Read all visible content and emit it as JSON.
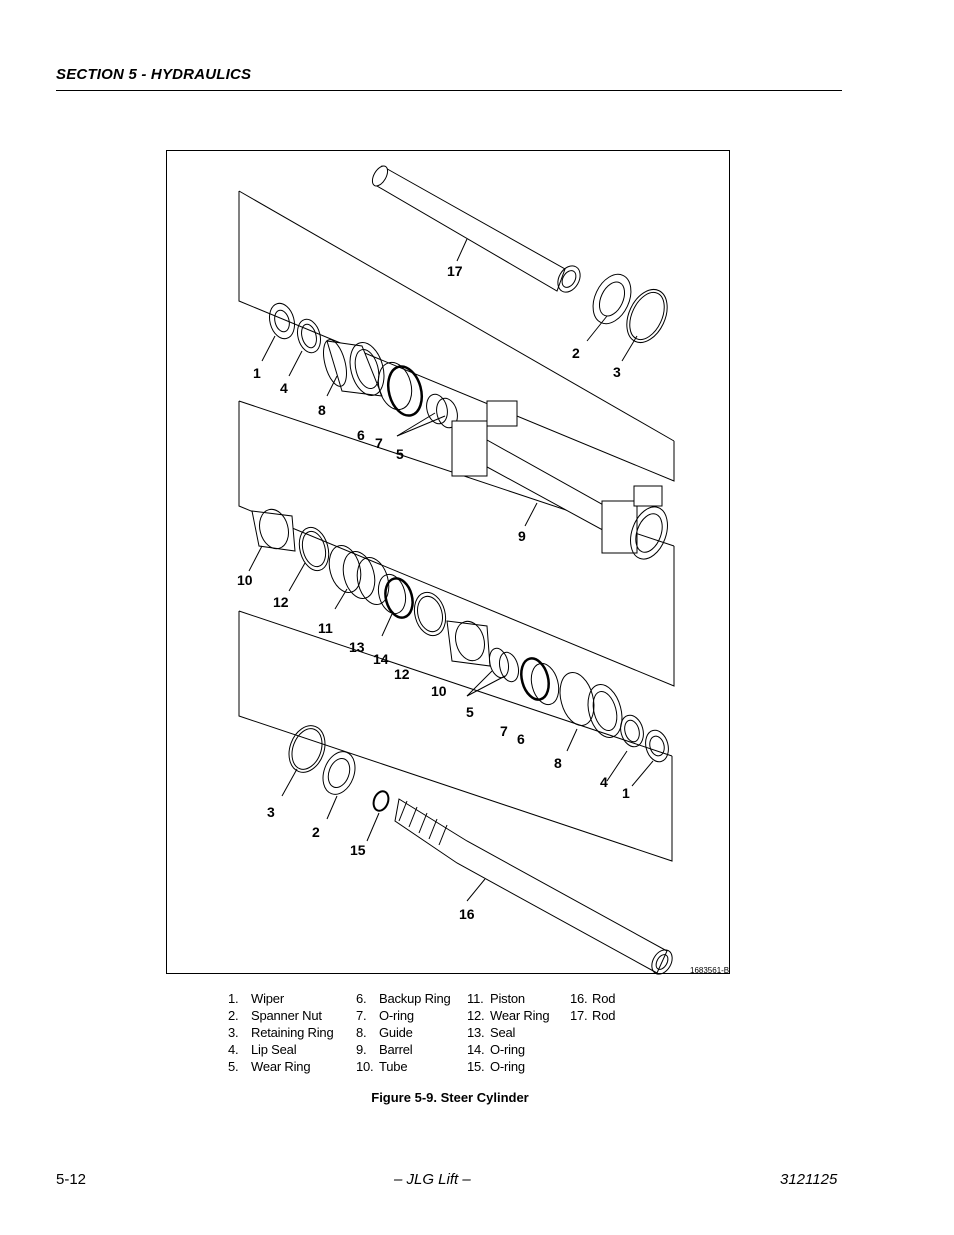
{
  "header": {
    "section_title": "SECTION 5 - HYDRAULICS"
  },
  "figure": {
    "drawing_number": "1683561-B",
    "callouts_group_a": [
      "17",
      "2",
      "3",
      "1",
      "4",
      "8",
      "6",
      "7",
      "5",
      "9"
    ],
    "callouts_group_b": [
      "10",
      "12",
      "11",
      "13",
      "14",
      "12",
      "10",
      "5",
      "7",
      "6",
      "8",
      "4",
      "1"
    ],
    "callouts_group_c": [
      "3",
      "2",
      "15",
      "16"
    ],
    "caption": "Figure 5-9.  Steer Cylinder"
  },
  "legend": {
    "columns": [
      [
        {
          "num": "1.",
          "label": "Wiper"
        },
        {
          "num": "2.",
          "label": "Spanner Nut"
        },
        {
          "num": "3.",
          "label": "Retaining Ring"
        },
        {
          "num": "4.",
          "label": "Lip Seal"
        },
        {
          "num": "5.",
          "label": "Wear Ring"
        }
      ],
      [
        {
          "num": "6.",
          "label": "Backup Ring"
        },
        {
          "num": "7.",
          "label": "O-ring"
        },
        {
          "num": "8.",
          "label": "Guide"
        },
        {
          "num": "9.",
          "label": "Barrel"
        },
        {
          "num": "10.",
          "label": "Tube"
        }
      ],
      [
        {
          "num": "11.",
          "label": "Piston"
        },
        {
          "num": "12.",
          "label": "Wear Ring"
        },
        {
          "num": "13.",
          "label": "Seal"
        },
        {
          "num": "14.",
          "label": "O-ring"
        },
        {
          "num": "15.",
          "label": "O-ring"
        }
      ],
      [
        {
          "num": "16.",
          "label": "Rod"
        },
        {
          "num": "17.",
          "label": "Rod"
        }
      ]
    ]
  },
  "footer": {
    "page_number": "5-12",
    "center_text": "– JLG Lift –",
    "doc_number": "3121125"
  }
}
